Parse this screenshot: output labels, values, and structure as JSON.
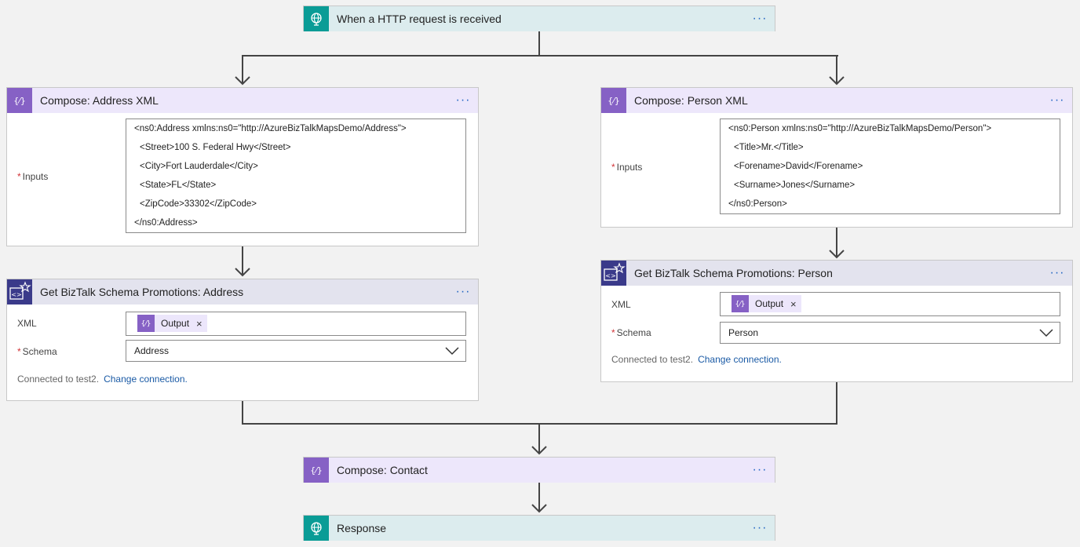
{
  "colors": {
    "trigger_header": "#dcecee",
    "trigger_icon": "#0a9c96",
    "compose_header": "#ede7fb",
    "compose_icon": "#8661c5",
    "biztalk_header": "#e3e3ee",
    "biztalk_icon": "#3a3a8a",
    "link": "#1a5aa5",
    "required": "#d13438"
  },
  "trigger": {
    "title": "When a HTTP request is received",
    "icon": "globe-icon",
    "menu": "···"
  },
  "compose_address": {
    "title": "Compose: Address XML",
    "icon": "compose-braces-icon",
    "menu": "···",
    "inputs_required": "*",
    "inputs_label": "Inputs",
    "xml_lines": [
      "<ns0:Address xmlns:ns0=\"http://AzureBizTalkMapsDemo/Address\">",
      "<Street>100 S. Federal Hwy</Street>",
      "<City>Fort Lauderdale</City>",
      "<State>FL</State>",
      "<ZipCode>33302</ZipCode>",
      "</ns0:Address>"
    ]
  },
  "compose_person": {
    "title": "Compose: Person XML",
    "icon": "compose-braces-icon",
    "menu": "···",
    "inputs_required": "*",
    "inputs_label": "Inputs",
    "xml_lines": [
      "<ns0:Person xmlns:ns0=\"http://AzureBizTalkMapsDemo/Person\">",
      "<Title>Mr.</Title>",
      "<Forename>David</Forename>",
      "<Surname>Jones</Surname>",
      "</ns0:Person>"
    ]
  },
  "biztalk_address": {
    "title": "Get BizTalk Schema Promotions: Address",
    "icon": "biztalk-icon",
    "menu": "···",
    "xml_label": "XML",
    "token_label": "Output",
    "token_remove": "×",
    "schema_required": "*",
    "schema_label": "Schema",
    "schema_value": "Address",
    "connected_text": "Connected to test2.",
    "change_link": "Change connection."
  },
  "biztalk_person": {
    "title": "Get BizTalk Schema Promotions: Person",
    "icon": "biztalk-icon",
    "menu": "···",
    "xml_label": "XML",
    "token_label": "Output",
    "token_remove": "×",
    "schema_required": "*",
    "schema_label": "Schema",
    "schema_value": "Person",
    "connected_text": "Connected to test2.",
    "change_link": "Change connection."
  },
  "compose_contact": {
    "title": "Compose: Contact",
    "icon": "compose-braces-icon",
    "menu": "···"
  },
  "response": {
    "title": "Response",
    "icon": "globe-icon",
    "menu": "···"
  }
}
